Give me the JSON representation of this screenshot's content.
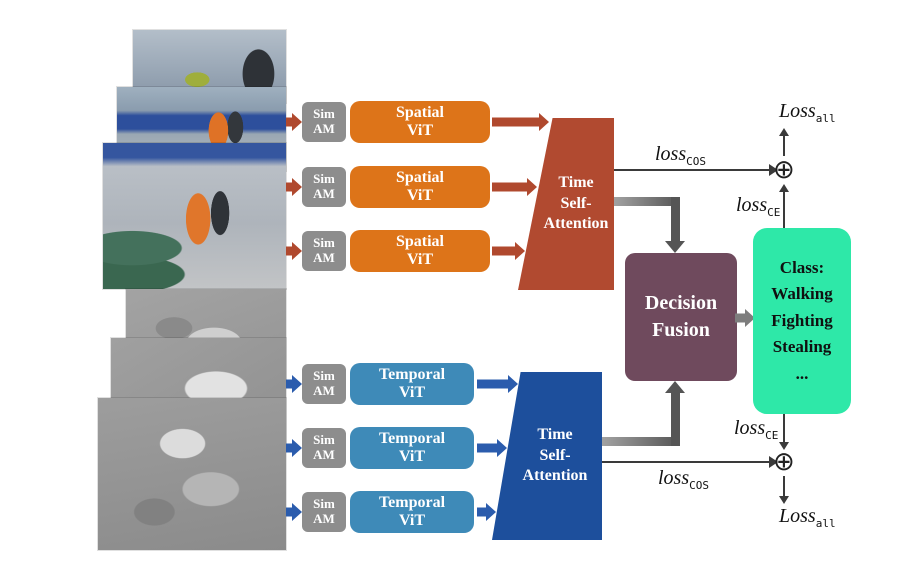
{
  "colors": {
    "spatial_arrow": "#b0492e",
    "spatial_vit": "#dd7419",
    "spatial_attention": "#b14a30",
    "temporal_arrow": "#2b5cad",
    "temporal_vit": "#3e8ab8",
    "temporal_attention": "#1d4f9c",
    "simam": "#8d8d8d",
    "fusion": "#6f4a5d",
    "class_box": "#2ee8a8",
    "gray_arrow": "#7d7d7d",
    "line": "#3a3a3a"
  },
  "modules": {
    "simam": {
      "line1": "Sim",
      "line2": "AM"
    },
    "spatial_vit": {
      "line1": "Spatial",
      "line2": "ViT"
    },
    "temporal_vit": {
      "line1": "Temporal",
      "line2": "ViT"
    },
    "time_attention": {
      "line1": "Time",
      "line2": "Self-",
      "line3": "Attention"
    },
    "fusion": {
      "line1": "Decision",
      "line2": "Fusion"
    }
  },
  "class_box": {
    "lines": [
      "Class:",
      "Walking",
      "Fighting",
      "Stealing",
      "..."
    ]
  },
  "losses": {
    "all": {
      "base": "Loss",
      "sub": "all"
    },
    "cos": {
      "base": "loss",
      "sub": "COS"
    },
    "ce": {
      "base": "loss",
      "sub": "CE"
    }
  },
  "symbols": {
    "plus": "⊕"
  }
}
